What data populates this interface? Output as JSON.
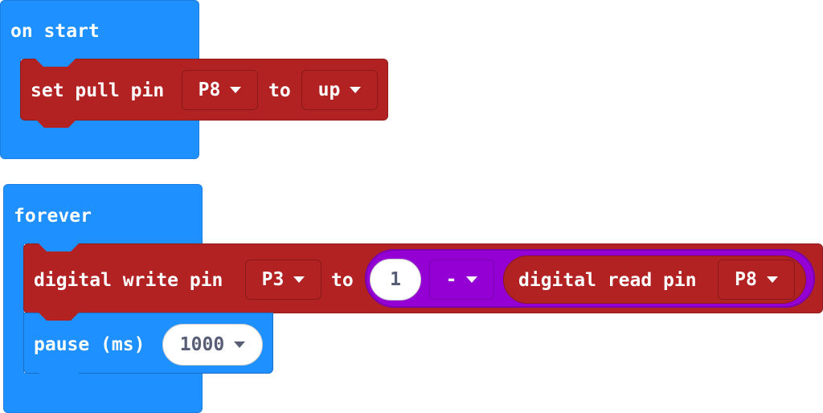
{
  "on_start": {
    "label": "on start",
    "set_pull": {
      "label": "set pull pin",
      "pin": "P8",
      "to_label": "to",
      "mode": "up"
    }
  },
  "forever": {
    "label": "forever",
    "digital_write": {
      "label": "digital write pin",
      "pin": "P3",
      "to_label": "to",
      "expr": {
        "left": "1",
        "operator": "-",
        "read_label": "digital read pin",
        "read_pin": "P8"
      }
    },
    "pause": {
      "label": "pause (ms)",
      "value": "1000"
    }
  },
  "colors": {
    "basic": "#1e90ff",
    "pins": "#b22222",
    "math": "#9400d4"
  }
}
